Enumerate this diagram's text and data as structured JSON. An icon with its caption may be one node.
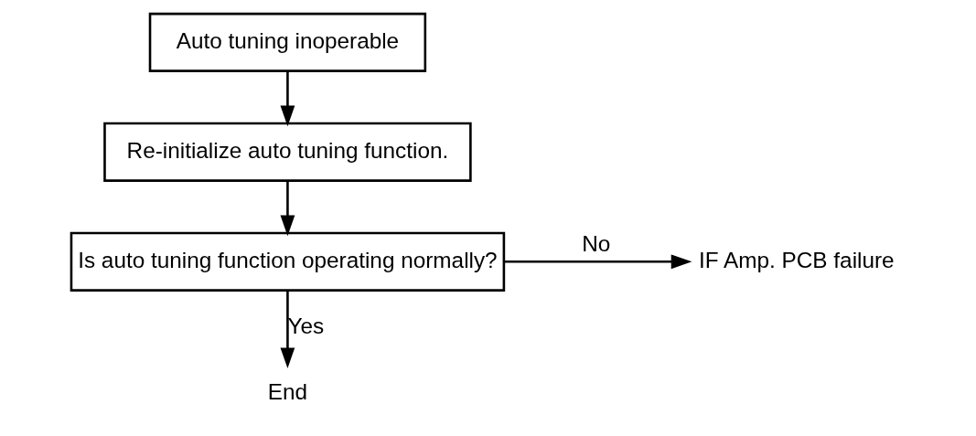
{
  "diagram": {
    "nodes": [
      {
        "text": [
          "Auto tuning inoperable"
        ]
      },
      {
        "text": [
          "Re-initialize auto tuning function."
        ]
      },
      {
        "text": [
          "Is auto tuning function operating normally?"
        ]
      },
      {
        "text": [
          "IF Amp. PCB failure"
        ]
      },
      {
        "text": [
          "End"
        ]
      }
    ],
    "edges": [
      {
        "from": 0,
        "to": 1,
        "arrow": "to"
      },
      {
        "from": 1,
        "to": 2,
        "arrow": "to"
      },
      {
        "from": 2,
        "to": 3,
        "arrow": "to",
        "label": "No"
      },
      {
        "from": 2,
        "to": 4,
        "arrow": "to",
        "label": "Yes"
      }
    ]
  }
}
